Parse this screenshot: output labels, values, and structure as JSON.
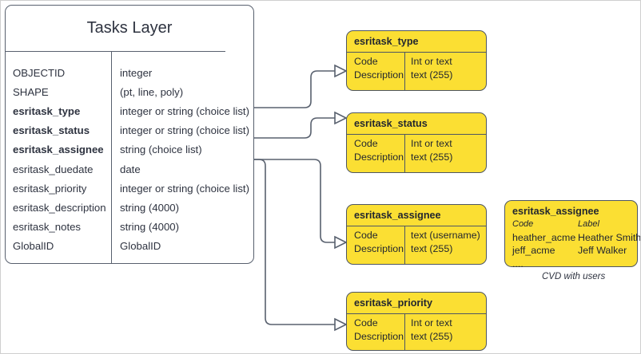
{
  "diagram": {
    "entity": {
      "title": "Tasks Layer",
      "rows": [
        {
          "name": "OBJECTID",
          "type": "integer",
          "bold": false
        },
        {
          "name": "SHAPE",
          "type": "(pt, line, poly)",
          "bold": false
        },
        {
          "name": "esritask_type",
          "type": "integer or string (choice list)",
          "bold": true
        },
        {
          "name": "esritask_status",
          "type": "integer or string (choice list)",
          "bold": true
        },
        {
          "name": "esritask_assignee",
          "type": "string (choice list)",
          "bold": true
        },
        {
          "name": "esritask_duedate",
          "type": "date",
          "bold": false
        },
        {
          "name": "esritask_priority",
          "type": "integer or string (choice list)",
          "bold": false
        },
        {
          "name": "esritask_description",
          "type": "string (4000)",
          "bold": false
        },
        {
          "name": "esritask_notes",
          "type": "string (4000)",
          "bold": false
        },
        {
          "name": "GlobalID",
          "type": "GlobalID",
          "bold": false
        }
      ]
    },
    "lookups": [
      {
        "title": "esritask_type",
        "left_lines": [
          "Code",
          "Description"
        ],
        "right_lines": [
          "Int or text",
          "text (255)"
        ]
      },
      {
        "title": "esritask_status",
        "left_lines": [
          "Code",
          "Description"
        ],
        "right_lines": [
          "Int or text",
          "text (255)"
        ]
      },
      {
        "title": "esritask_assignee",
        "left_lines": [
          "Code",
          "Description"
        ],
        "right_lines": [
          "text  (username)",
          "text (255)"
        ]
      },
      {
        "title": "esritask_priority",
        "left_lines": [
          "Code",
          "Description"
        ],
        "right_lines": [
          "Int or text",
          "text (255)"
        ]
      }
    ],
    "cvd": {
      "title": "esritask_assignee",
      "col_headers": [
        "Code",
        "Label"
      ],
      "rows": [
        {
          "code": "heather_acme",
          "label": "Heather Smith"
        },
        {
          "code": "jeff_acme",
          "label": "Jeff Walker"
        }
      ],
      "ellipsis": "....",
      "caption": "CVD with users"
    },
    "colors": {
      "lookup_fill": "#fbdf33",
      "stroke": "#58606e",
      "text": "#2e3340"
    }
  }
}
